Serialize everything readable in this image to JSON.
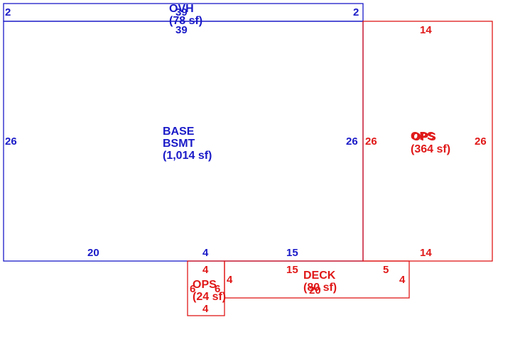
{
  "colors": {
    "base_outline": "#1a1ac8",
    "addition_outline": "#e01818",
    "background": "#ffffff"
  },
  "areas": {
    "ovh": {
      "code": "OVH",
      "area": "(78 sf)",
      "dims": {
        "left": "2",
        "right": "2",
        "top": "39",
        "bottom": "39"
      }
    },
    "base": {
      "code": "BASE",
      "name": "BSMT",
      "area": "(1,014 sf)",
      "dims": {
        "left": "26",
        "right": "26",
        "bottom_left": "20",
        "bottom_mid": "4",
        "bottom_right": "15"
      }
    },
    "ops_right": {
      "code": "OPS",
      "name": "OPS",
      "area": "(364 sf)",
      "dims": {
        "top": "14",
        "bottom": "14",
        "left": "26",
        "right": "26"
      }
    },
    "ops_small": {
      "code": "OPS",
      "area": "(24 sf)",
      "dims": {
        "top": "4",
        "bottom": "4",
        "left": "6",
        "right": "6"
      }
    },
    "deck": {
      "code": "DECK",
      "area": "(80 sf)",
      "dims": {
        "top_left": "15",
        "top_right": "5",
        "left": "4",
        "right": "4",
        "bottom": "20"
      }
    }
  }
}
